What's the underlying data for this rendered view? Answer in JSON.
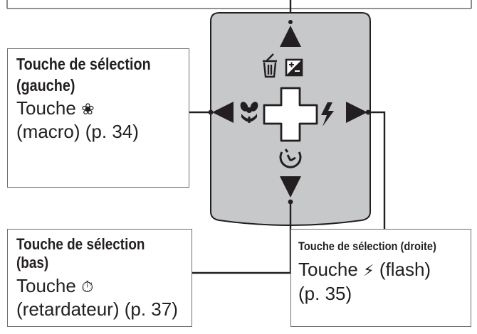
{
  "callouts": {
    "left": {
      "title_line1": "Touche de sélection",
      "title_line2": "(gauche)",
      "body_prefix": "Touche",
      "body_suffix": "(macro) (p. 34)",
      "icon": "macro-flower-icon"
    },
    "bottom": {
      "title": "Touche de sélection (bas)",
      "body_prefix": "Touche",
      "body_suffix": "(retardateur) (p. 37)",
      "icon": "self-timer-icon"
    },
    "right": {
      "title": "Touche de sélection (droite)",
      "body_prefix": "Touche",
      "body_suffix": "(flash)",
      "body_line2": "(p. 35)",
      "icon": "flash-icon"
    }
  },
  "panel_icons": [
    "trash-icon",
    "exposure-compensation-icon",
    "macro-flower-icon",
    "flash-icon",
    "self-timer-icon",
    "dpad-cross-icon"
  ],
  "colors": {
    "panel_fill": "#c6c8ca",
    "ink": "#231f20",
    "frame": "#6d6e71"
  }
}
